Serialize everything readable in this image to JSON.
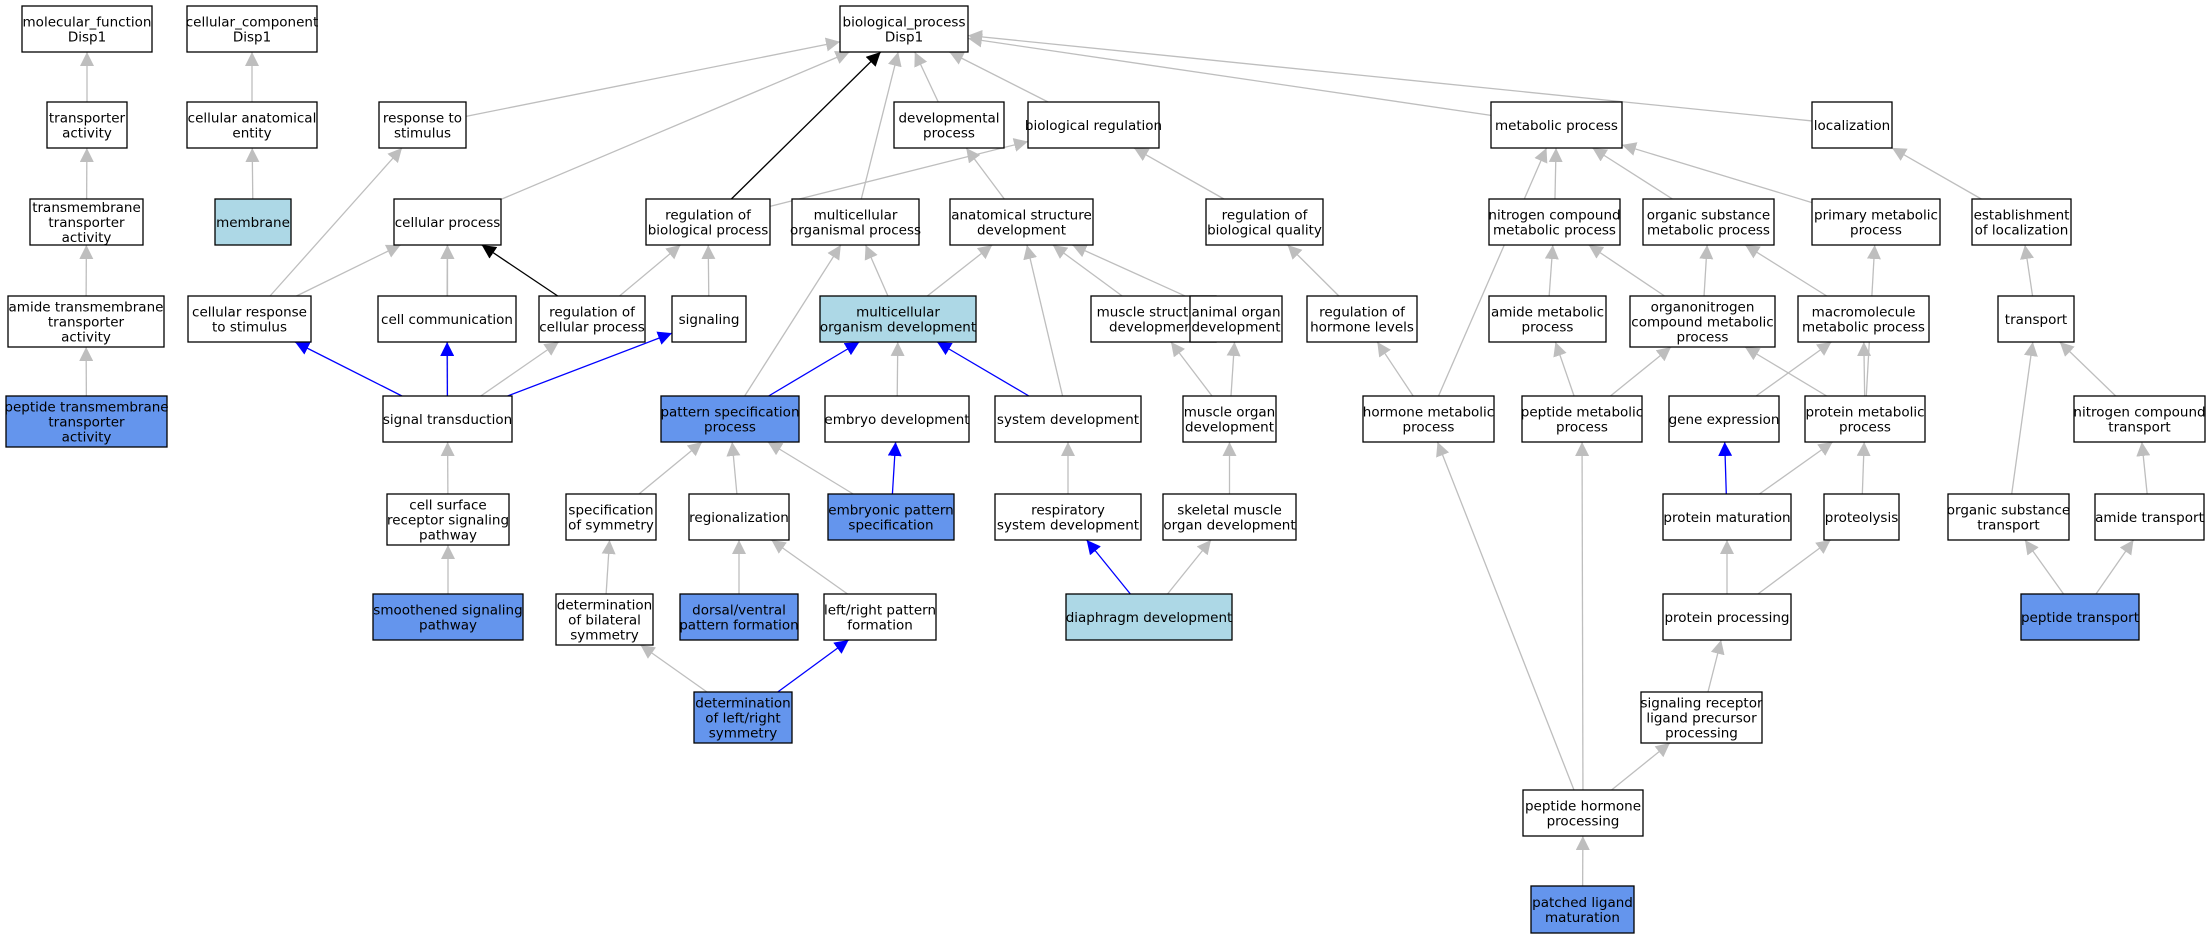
{
  "colors": {
    "node_default": "#ffffff",
    "node_light": "#add8e6",
    "node_dark": "#6495ed",
    "edge_gray": "#bebebe",
    "edge_blue": "#0000ff",
    "edge_black": "#000000"
  },
  "nodes": [
    {
      "id": "mf",
      "lines": [
        "molecular_function",
        "Disp1"
      ],
      "fill": "white"
    },
    {
      "id": "cc",
      "lines": [
        "cellular_component",
        "Disp1"
      ],
      "fill": "white"
    },
    {
      "id": "bp",
      "lines": [
        "biological_process",
        "Disp1"
      ],
      "fill": "white"
    },
    {
      "id": "ta",
      "lines": [
        "transporter",
        "activity"
      ],
      "fill": "white"
    },
    {
      "id": "cae",
      "lines": [
        "cellular anatomical",
        "entity"
      ],
      "fill": "white"
    },
    {
      "id": "rts",
      "lines": [
        "response to",
        "stimulus"
      ],
      "fill": "white"
    },
    {
      "id": "dp",
      "lines": [
        "developmental",
        "process"
      ],
      "fill": "white"
    },
    {
      "id": "br",
      "lines": [
        "biological regulation"
      ],
      "fill": "white"
    },
    {
      "id": "mp",
      "lines": [
        "metabolic process"
      ],
      "fill": "white"
    },
    {
      "id": "loc",
      "lines": [
        "localization"
      ],
      "fill": "white"
    },
    {
      "id": "tta",
      "lines": [
        "transmembrane",
        "transporter",
        "activity"
      ],
      "fill": "white"
    },
    {
      "id": "mem",
      "lines": [
        "membrane"
      ],
      "fill": "light"
    },
    {
      "id": "cp",
      "lines": [
        "cellular process"
      ],
      "fill": "white"
    },
    {
      "id": "rbp",
      "lines": [
        "regulation of",
        "biological process"
      ],
      "fill": "white"
    },
    {
      "id": "mop",
      "lines": [
        "multicellular",
        "organismal process"
      ],
      "fill": "white"
    },
    {
      "id": "asd",
      "lines": [
        "anatomical structure",
        "development"
      ],
      "fill": "white"
    },
    {
      "id": "rbq",
      "lines": [
        "regulation of",
        "biological quality"
      ],
      "fill": "white"
    },
    {
      "id": "ncmp",
      "lines": [
        "nitrogen compound",
        "metabolic process"
      ],
      "fill": "white"
    },
    {
      "id": "osmp",
      "lines": [
        "organic substance",
        "metabolic process"
      ],
      "fill": "white"
    },
    {
      "id": "pmp",
      "lines": [
        "primary metabolic",
        "process"
      ],
      "fill": "white"
    },
    {
      "id": "eol",
      "lines": [
        "establishment",
        "of localization"
      ],
      "fill": "white"
    },
    {
      "id": "atta",
      "lines": [
        "amide transmembrane",
        "transporter",
        "activity"
      ],
      "fill": "white"
    },
    {
      "id": "crs",
      "lines": [
        "cellular response",
        "to stimulus"
      ],
      "fill": "white"
    },
    {
      "id": "cco",
      "lines": [
        "cell communication"
      ],
      "fill": "white"
    },
    {
      "id": "rcp",
      "lines": [
        "regulation of",
        "cellular process"
      ],
      "fill": "white"
    },
    {
      "id": "sig",
      "lines": [
        "signaling"
      ],
      "fill": "white"
    },
    {
      "id": "mod",
      "lines": [
        "multicellular",
        "organism development"
      ],
      "fill": "light"
    },
    {
      "id": "msd",
      "lines": [
        "muscle structure",
        "development"
      ],
      "fill": "white"
    },
    {
      "id": "aod",
      "lines": [
        "animal organ",
        "development"
      ],
      "fill": "white"
    },
    {
      "id": "rhl",
      "lines": [
        "regulation of",
        "hormone levels"
      ],
      "fill": "white"
    },
    {
      "id": "amp",
      "lines": [
        "amide metabolic",
        "process"
      ],
      "fill": "white"
    },
    {
      "id": "oncmp",
      "lines": [
        "organonitrogen",
        "compound metabolic",
        "process"
      ],
      "fill": "white"
    },
    {
      "id": "mmp",
      "lines": [
        "macromolecule",
        "metabolic process"
      ],
      "fill": "white"
    },
    {
      "id": "tr",
      "lines": [
        "transport"
      ],
      "fill": "white"
    },
    {
      "id": "ptta",
      "lines": [
        "peptide transmembrane",
        "transporter",
        "activity"
      ],
      "fill": "dark"
    },
    {
      "id": "st",
      "lines": [
        "signal transduction"
      ],
      "fill": "white"
    },
    {
      "id": "psp",
      "lines": [
        "pattern specification",
        "process"
      ],
      "fill": "dark"
    },
    {
      "id": "ed",
      "lines": [
        "embryo development"
      ],
      "fill": "white"
    },
    {
      "id": "sd",
      "lines": [
        "system development"
      ],
      "fill": "white"
    },
    {
      "id": "mod2",
      "lines": [
        "muscle organ",
        "development"
      ],
      "fill": "white"
    },
    {
      "id": "hmp",
      "lines": [
        "hormone metabolic",
        "process"
      ],
      "fill": "white"
    },
    {
      "id": "pepmp",
      "lines": [
        "peptide metabolic",
        "process"
      ],
      "fill": "white"
    },
    {
      "id": "ge",
      "lines": [
        "gene expression"
      ],
      "fill": "white"
    },
    {
      "id": "prmp",
      "lines": [
        "protein metabolic",
        "process"
      ],
      "fill": "white"
    },
    {
      "id": "nct",
      "lines": [
        "nitrogen compound",
        "transport"
      ],
      "fill": "white"
    },
    {
      "id": "csrsp",
      "lines": [
        "cell surface",
        "receptor signaling",
        "pathway"
      ],
      "fill": "white"
    },
    {
      "id": "sos",
      "lines": [
        "specification",
        "of symmetry"
      ],
      "fill": "white"
    },
    {
      "id": "reg",
      "lines": [
        "regionalization"
      ],
      "fill": "white"
    },
    {
      "id": "eps",
      "lines": [
        "embryonic pattern",
        "specification"
      ],
      "fill": "dark"
    },
    {
      "id": "rsd",
      "lines": [
        "respiratory",
        "system development"
      ],
      "fill": "white"
    },
    {
      "id": "smod",
      "lines": [
        "skeletal muscle",
        "organ development"
      ],
      "fill": "white"
    },
    {
      "id": "pmat",
      "lines": [
        "protein maturation"
      ],
      "fill": "white"
    },
    {
      "id": "prot",
      "lines": [
        "proteolysis"
      ],
      "fill": "white"
    },
    {
      "id": "ost",
      "lines": [
        "organic substance",
        "transport"
      ],
      "fill": "white"
    },
    {
      "id": "amt",
      "lines": [
        "amide transport"
      ],
      "fill": "white"
    },
    {
      "id": "ssp",
      "lines": [
        "smoothened signaling",
        "pathway"
      ],
      "fill": "dark"
    },
    {
      "id": "dbs",
      "lines": [
        "determination",
        "of bilateral",
        "symmetry"
      ],
      "fill": "white"
    },
    {
      "id": "dvpf",
      "lines": [
        "dorsal/ventral",
        "pattern formation"
      ],
      "fill": "dark"
    },
    {
      "id": "lrpf",
      "lines": [
        "left/right pattern",
        "formation"
      ],
      "fill": "white"
    },
    {
      "id": "diad",
      "lines": [
        "diaphragm development"
      ],
      "fill": "light"
    },
    {
      "id": "pproc",
      "lines": [
        "protein processing"
      ],
      "fill": "white"
    },
    {
      "id": "ptr",
      "lines": [
        "peptide transport"
      ],
      "fill": "dark"
    },
    {
      "id": "dlrs",
      "lines": [
        "determination",
        "of left/right",
        "symmetry"
      ],
      "fill": "dark"
    },
    {
      "id": "srlpp",
      "lines": [
        "signaling receptor",
        "ligand precursor",
        "processing"
      ],
      "fill": "white"
    },
    {
      "id": "php",
      "lines": [
        "peptide hormone",
        "processing"
      ],
      "fill": "white"
    },
    {
      "id": "plm",
      "lines": [
        "patched ligand",
        "maturation"
      ],
      "fill": "dark"
    }
  ],
  "edges": [
    {
      "from": "ta",
      "to": "mf",
      "color": "gray"
    },
    {
      "from": "tta",
      "to": "ta",
      "color": "gray"
    },
    {
      "from": "atta",
      "to": "tta",
      "color": "gray"
    },
    {
      "from": "ptta",
      "to": "atta",
      "color": "gray"
    },
    {
      "from": "cae",
      "to": "cc",
      "color": "gray"
    },
    {
      "from": "mem",
      "to": "cae",
      "color": "gray"
    },
    {
      "from": "rts",
      "to": "bp",
      "color": "gray"
    },
    {
      "from": "cp",
      "to": "bp",
      "color": "gray"
    },
    {
      "from": "rbp",
      "to": "bp",
      "color": "black"
    },
    {
      "from": "mop",
      "to": "bp",
      "color": "gray"
    },
    {
      "from": "dp",
      "to": "bp",
      "color": "gray"
    },
    {
      "from": "br",
      "to": "bp",
      "color": "gray"
    },
    {
      "from": "mp",
      "to": "bp",
      "color": "gray"
    },
    {
      "from": "loc",
      "to": "bp",
      "color": "gray"
    },
    {
      "from": "rbp",
      "to": "br",
      "color": "gray"
    },
    {
      "from": "asd",
      "to": "dp",
      "color": "gray"
    },
    {
      "from": "rbq",
      "to": "br",
      "color": "gray"
    },
    {
      "from": "ncmp",
      "to": "mp",
      "color": "gray"
    },
    {
      "from": "osmp",
      "to": "mp",
      "color": "gray"
    },
    {
      "from": "pmp",
      "to": "mp",
      "color": "gray"
    },
    {
      "from": "hmp",
      "to": "mp",
      "color": "gray"
    },
    {
      "from": "eol",
      "to": "loc",
      "color": "gray"
    },
    {
      "from": "crs",
      "to": "rts",
      "color": "gray"
    },
    {
      "from": "crs",
      "to": "cp",
      "color": "gray"
    },
    {
      "from": "cco",
      "to": "cp",
      "color": "gray"
    },
    {
      "from": "rcp",
      "to": "cp",
      "color": "black"
    },
    {
      "from": "st",
      "to": "cp",
      "color": "gray"
    },
    {
      "from": "rcp",
      "to": "rbp",
      "color": "gray"
    },
    {
      "from": "sig",
      "to": "rbp",
      "color": "gray"
    },
    {
      "from": "mod",
      "to": "mop",
      "color": "gray"
    },
    {
      "from": "psp",
      "to": "mop",
      "color": "gray"
    },
    {
      "from": "mod",
      "to": "asd",
      "color": "gray"
    },
    {
      "from": "msd",
      "to": "asd",
      "color": "gray"
    },
    {
      "from": "aod",
      "to": "asd",
      "color": "gray"
    },
    {
      "from": "sd",
      "to": "asd",
      "color": "gray"
    },
    {
      "from": "rhl",
      "to": "rbq",
      "color": "gray"
    },
    {
      "from": "amp",
      "to": "ncmp",
      "color": "gray"
    },
    {
      "from": "oncmp",
      "to": "ncmp",
      "color": "gray"
    },
    {
      "from": "oncmp",
      "to": "osmp",
      "color": "gray"
    },
    {
      "from": "mmp",
      "to": "osmp",
      "color": "gray"
    },
    {
      "from": "prmp",
      "to": "pmp",
      "color": "gray"
    },
    {
      "from": "tr",
      "to": "eol",
      "color": "gray"
    },
    {
      "from": "st",
      "to": "crs",
      "color": "blue"
    },
    {
      "from": "st",
      "to": "cco",
      "color": "blue"
    },
    {
      "from": "st",
      "to": "rcp",
      "color": "gray"
    },
    {
      "from": "st",
      "to": "sig",
      "color": "blue"
    },
    {
      "from": "psp",
      "to": "mod",
      "color": "blue"
    },
    {
      "from": "ed",
      "to": "mod",
      "color": "gray"
    },
    {
      "from": "sd",
      "to": "mod",
      "color": "blue"
    },
    {
      "from": "mod2",
      "to": "msd",
      "color": "gray"
    },
    {
      "from": "mod2",
      "to": "aod",
      "color": "gray"
    },
    {
      "from": "hmp",
      "to": "rhl",
      "color": "gray"
    },
    {
      "from": "pepmp",
      "to": "amp",
      "color": "gray"
    },
    {
      "from": "pepmp",
      "to": "oncmp",
      "color": "gray"
    },
    {
      "from": "prmp",
      "to": "oncmp",
      "color": "gray"
    },
    {
      "from": "ge",
      "to": "mmp",
      "color": "gray"
    },
    {
      "from": "prmp",
      "to": "mmp",
      "color": "gray"
    },
    {
      "from": "ost",
      "to": "tr",
      "color": "gray"
    },
    {
      "from": "nct",
      "to": "tr",
      "color": "gray"
    },
    {
      "from": "csrsp",
      "to": "st",
      "color": "gray"
    },
    {
      "from": "sos",
      "to": "psp",
      "color": "gray"
    },
    {
      "from": "reg",
      "to": "psp",
      "color": "gray"
    },
    {
      "from": "eps",
      "to": "psp",
      "color": "gray"
    },
    {
      "from": "eps",
      "to": "ed",
      "color": "blue"
    },
    {
      "from": "rsd",
      "to": "sd",
      "color": "gray"
    },
    {
      "from": "smod",
      "to": "mod2",
      "color": "gray"
    },
    {
      "from": "pmat",
      "to": "ge",
      "color": "blue"
    },
    {
      "from": "pmat",
      "to": "prmp",
      "color": "gray"
    },
    {
      "from": "prot",
      "to": "prmp",
      "color": "gray"
    },
    {
      "from": "amt",
      "to": "nct",
      "color": "gray"
    },
    {
      "from": "ssp",
      "to": "csrsp",
      "color": "gray"
    },
    {
      "from": "dbs",
      "to": "sos",
      "color": "gray"
    },
    {
      "from": "dvpf",
      "to": "reg",
      "color": "gray"
    },
    {
      "from": "lrpf",
      "to": "reg",
      "color": "gray"
    },
    {
      "from": "diad",
      "to": "rsd",
      "color": "blue"
    },
    {
      "from": "diad",
      "to": "smod",
      "color": "gray"
    },
    {
      "from": "pproc",
      "to": "pmat",
      "color": "gray"
    },
    {
      "from": "pproc",
      "to": "prot",
      "color": "gray"
    },
    {
      "from": "ptr",
      "to": "ost",
      "color": "gray"
    },
    {
      "from": "ptr",
      "to": "amt",
      "color": "gray"
    },
    {
      "from": "dlrs",
      "to": "dbs",
      "color": "gray"
    },
    {
      "from": "dlrs",
      "to": "lrpf",
      "color": "blue"
    },
    {
      "from": "srlpp",
      "to": "pproc",
      "color": "gray"
    },
    {
      "from": "php",
      "to": "srlpp",
      "color": "gray"
    },
    {
      "from": "php",
      "to": "pepmp",
      "color": "gray"
    },
    {
      "from": "php",
      "to": "hmp",
      "color": "gray"
    },
    {
      "from": "plm",
      "to": "php",
      "color": "gray"
    }
  ]
}
